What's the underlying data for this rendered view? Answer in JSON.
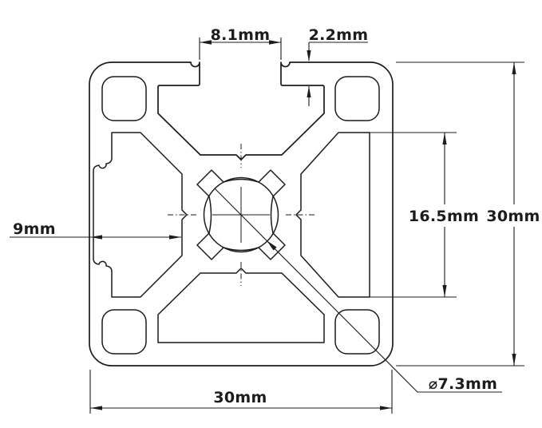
{
  "drawing": {
    "background": "#ffffff",
    "line_color": "#1c1c1c",
    "labels": {
      "slot_opening": "8.1mm",
      "lip_thickness": "2.2mm",
      "slot_depth": "9mm",
      "cavity_width": "16.5mm",
      "overall_height": "30mm",
      "overall_width": "30mm",
      "center_bore": "⌀7.3mm"
    }
  }
}
